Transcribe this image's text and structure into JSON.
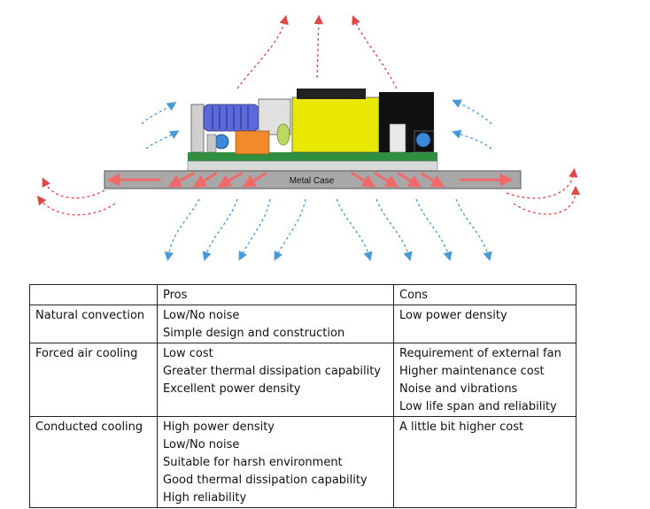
{
  "diagram": {
    "case_label": "Metal Case",
    "colors": {
      "heat_arrow": "#f06a6a",
      "hot_air": "#e04848",
      "cool_air": "#4a9ad8",
      "case_fill": "#a8a8a8",
      "pcb": "#2f8f3f",
      "transformer": "#e8e800",
      "inductor": "#f08a2a",
      "coil": "#5a6ad8",
      "black_part": "#111111"
    }
  },
  "table": {
    "header": {
      "method": "",
      "pros": "Pros",
      "cons": "Cons"
    },
    "rows": [
      {
        "method": "Natural convection",
        "pros": [
          "Low/No noise",
          "Simple design and construction"
        ],
        "cons": [
          "Low power density"
        ]
      },
      {
        "method": "Forced air cooling",
        "pros": [
          "Low cost",
          "Greater thermal dissipation capability",
          "Excellent power density"
        ],
        "cons": [
          "Requirement of external fan",
          "Higher maintenance cost",
          "Noise and vibrations",
          "Low life span and reliability"
        ]
      },
      {
        "method": "Conducted cooling",
        "pros": [
          "High power density",
          "Low/No noise",
          "Suitable for harsh environment",
          "Good thermal dissipation capability",
          "High reliability"
        ],
        "cons": [
          "A little bit higher cost"
        ]
      }
    ]
  }
}
